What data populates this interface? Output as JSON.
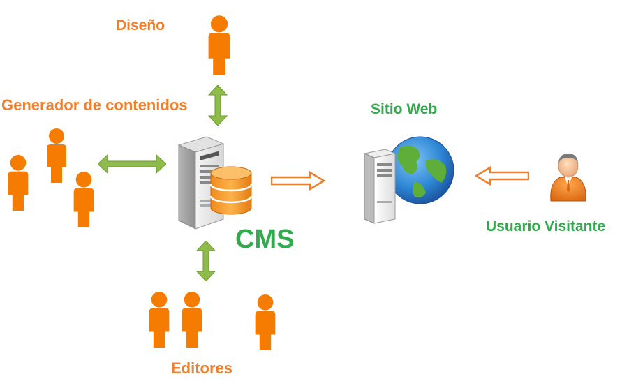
{
  "labels": {
    "design": "Diseño",
    "content_generator": "Generador de contenidos",
    "website": "Sitio Web",
    "cms": "CMS",
    "visitor": "Usuario Visitante",
    "editors": "Editores"
  },
  "colors": {
    "person": "#f57c00",
    "label_orange": "#f07f2c",
    "label_green": "#2eab4a",
    "arrow_green": "#8fbb4a",
    "arrow_orange": "#f07f2c",
    "db": "#f5a623"
  },
  "icons": [
    "person-icon",
    "server-icon",
    "database-icon",
    "globe-icon",
    "visitor-avatar-icon"
  ]
}
